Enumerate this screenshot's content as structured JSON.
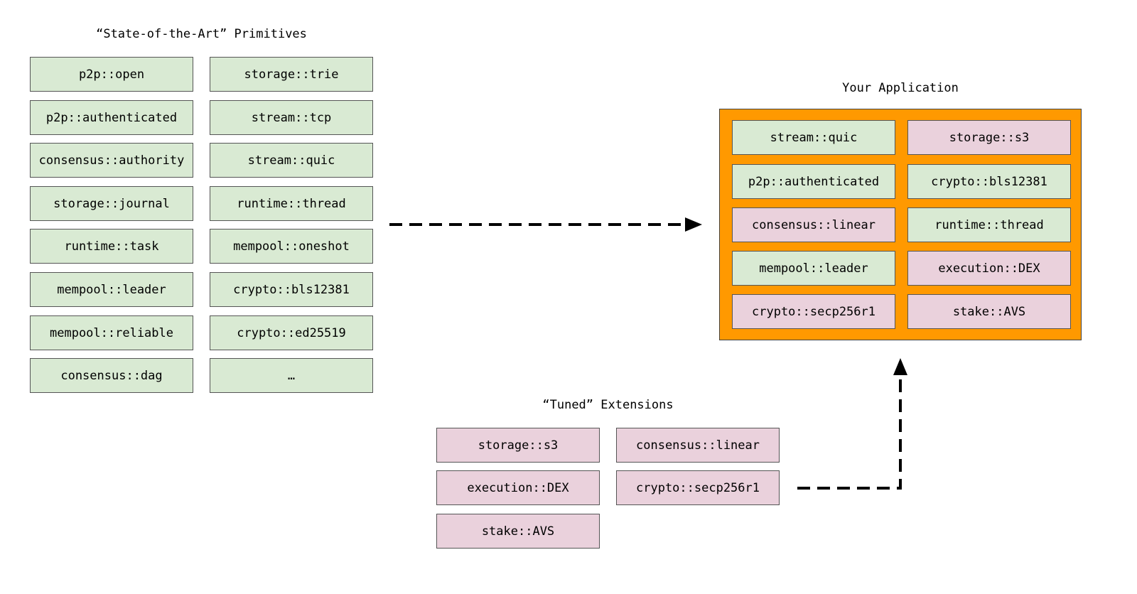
{
  "primitives": {
    "title": "“State-of-the-Art” Primitives",
    "left_column": [
      "p2p::open",
      "p2p::authenticated",
      "consensus::authority",
      "storage::journal",
      "runtime::task",
      "mempool::leader",
      "mempool::reliable",
      "consensus::dag"
    ],
    "right_column": [
      "storage::trie",
      "stream::tcp",
      "stream::quic",
      "runtime::thread",
      "mempool::oneshot",
      "crypto::bls12381",
      "crypto::ed25519",
      "…"
    ]
  },
  "application": {
    "title": "Your Application",
    "left_column": [
      {
        "label": "stream::quic",
        "kind": "primitive"
      },
      {
        "label": "p2p::authenticated",
        "kind": "primitive"
      },
      {
        "label": "consensus::linear",
        "kind": "extension"
      },
      {
        "label": "mempool::leader",
        "kind": "primitive"
      },
      {
        "label": "crypto::secp256r1",
        "kind": "extension"
      }
    ],
    "right_column": [
      {
        "label": "storage::s3",
        "kind": "extension"
      },
      {
        "label": "crypto::bls12381",
        "kind": "primitive"
      },
      {
        "label": "runtime::thread",
        "kind": "primitive"
      },
      {
        "label": "execution::DEX",
        "kind": "extension"
      },
      {
        "label": "stake::AVS",
        "kind": "extension"
      }
    ]
  },
  "extensions": {
    "title": "“Tuned” Extensions",
    "left_column": [
      "storage::s3",
      "execution::DEX",
      "stake::AVS"
    ],
    "right_column": [
      "consensus::linear",
      "crypto::secp256r1"
    ]
  },
  "colors": {
    "primitive": "#d9ead3",
    "extension": "#ead1dc",
    "application_frame": "#ff9900",
    "border": "#555555"
  }
}
